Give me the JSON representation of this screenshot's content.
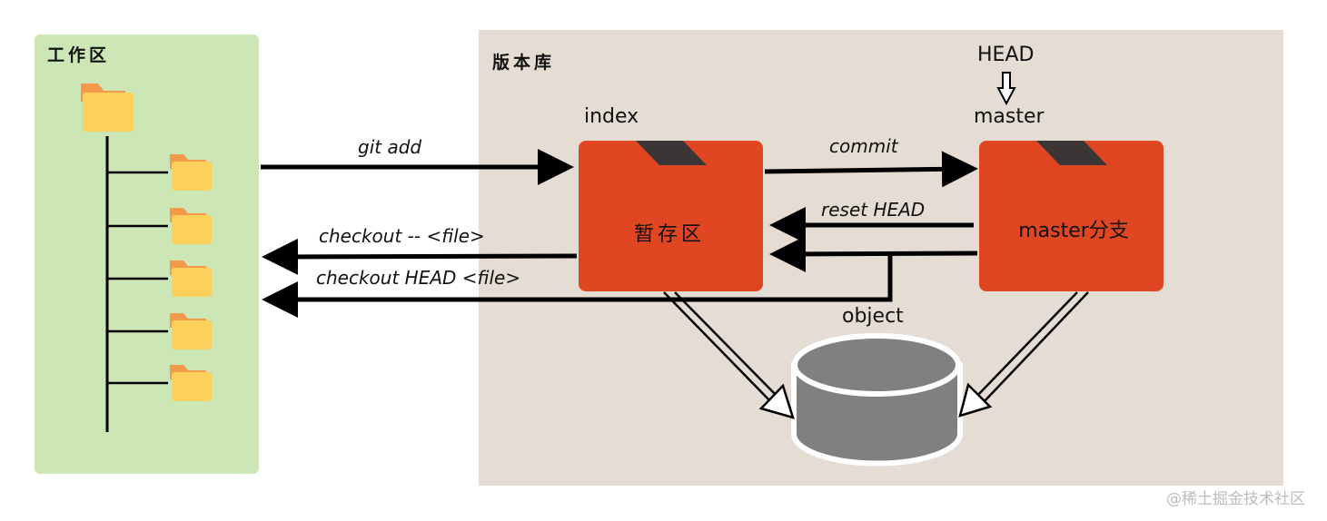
{
  "workspace": {
    "title": "工作区",
    "color": "#cce6b5"
  },
  "repository": {
    "title": "版本库",
    "color": "#e5ddd3"
  },
  "stage": {
    "label_above": "index",
    "folder_text": "暂存区",
    "color": "#e04621"
  },
  "branch": {
    "head_label": "HEAD",
    "label_above": "master",
    "folder_text": "master分支",
    "color": "#e04621"
  },
  "object_store": {
    "label": "object",
    "color": "#808080"
  },
  "commands": {
    "git_add": "git add",
    "commit": "commit",
    "reset_head": "reset HEAD",
    "checkout_file": "checkout -- <file>",
    "checkout_head_file": "checkout HEAD <file>"
  },
  "watermark": "@稀土掘金技术社区"
}
